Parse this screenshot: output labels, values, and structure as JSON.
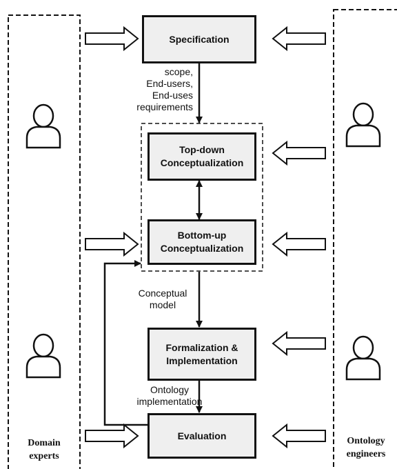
{
  "boxes": {
    "specification": "Specification",
    "top_down": "Top-down\nConceptualization",
    "bottom_up": "Bottom-up\nConceptualization",
    "formalization": "Formalization &\nImplementation",
    "evaluation": "Evaluation"
  },
  "edge_labels": {
    "spec_to_conceptualization": "scope,\nEnd-users,\nEnd-uses\nrequirements",
    "conceptual_model": "Conceptual\nmodel",
    "ontology_implementation": "Ontology\nimplementation"
  },
  "roles": {
    "left": "Domain\nexperts",
    "right": "Ontology\nengineers"
  }
}
